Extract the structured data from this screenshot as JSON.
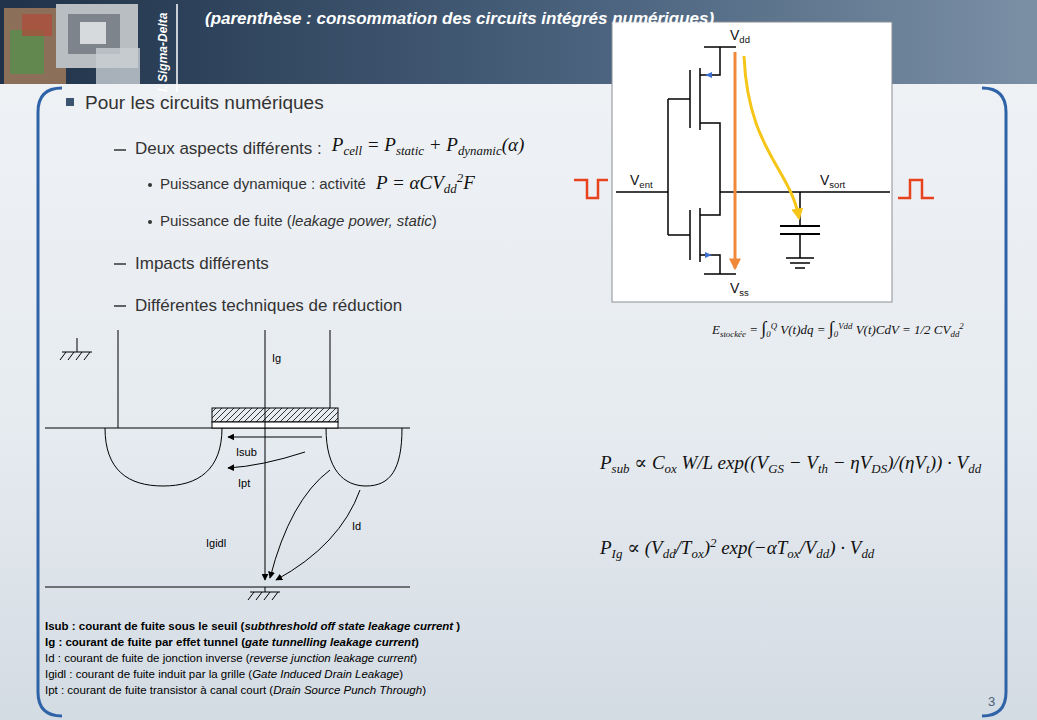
{
  "diagram": {
    "title": "(parenthèse : consommation des circuits intégrés numériques)",
    "nodes": [
      {
        "text": [
          "Vdd",
          "Vent",
          "Vsort",
          "Vss"
        ]
      }
    ],
    "labels": [
      "I. Sigma-Delta",
      "Pour les circuits numériques",
      "Deux aspects différents :",
      "Pcell = Pstatic + Pdynamic(α)",
      "Puissance dynamique : activité",
      "P = αCVdd2F",
      "Puissance de fuite (leakage power, static)",
      "Impacts différents",
      "Différentes techniques de réduction",
      "Estockée = ∫0Q V(t)dq = ∫0Vdd V(t)CdV = 1/2 CVdd2",
      "Psub ∝ Cox W/L exp((VGS − Vth − ηVDS)/(ηVt)) · Vdd",
      "PIg ∝ (Vdd/Tox)2 exp(−αTox/Vdd) · Vdd",
      "Ig",
      "Isub",
      "Ipt",
      "Igidl",
      "Id",
      "Isub : courant de fuite sous le seuil (subthreshold off state leakage current )",
      "Ig : courant de fuite par effet tunnel (gate tunnelling leakage current)",
      "Id : courant de fuite de jonction inverse (reverse junction leakage current)",
      "Igidl : courant de fuite induit par la grille (Gate Induced Drain Leakage)",
      "Ipt : courant de fuite transistor à canal court (Drain Source Punch Through)",
      "3"
    ]
  }
}
